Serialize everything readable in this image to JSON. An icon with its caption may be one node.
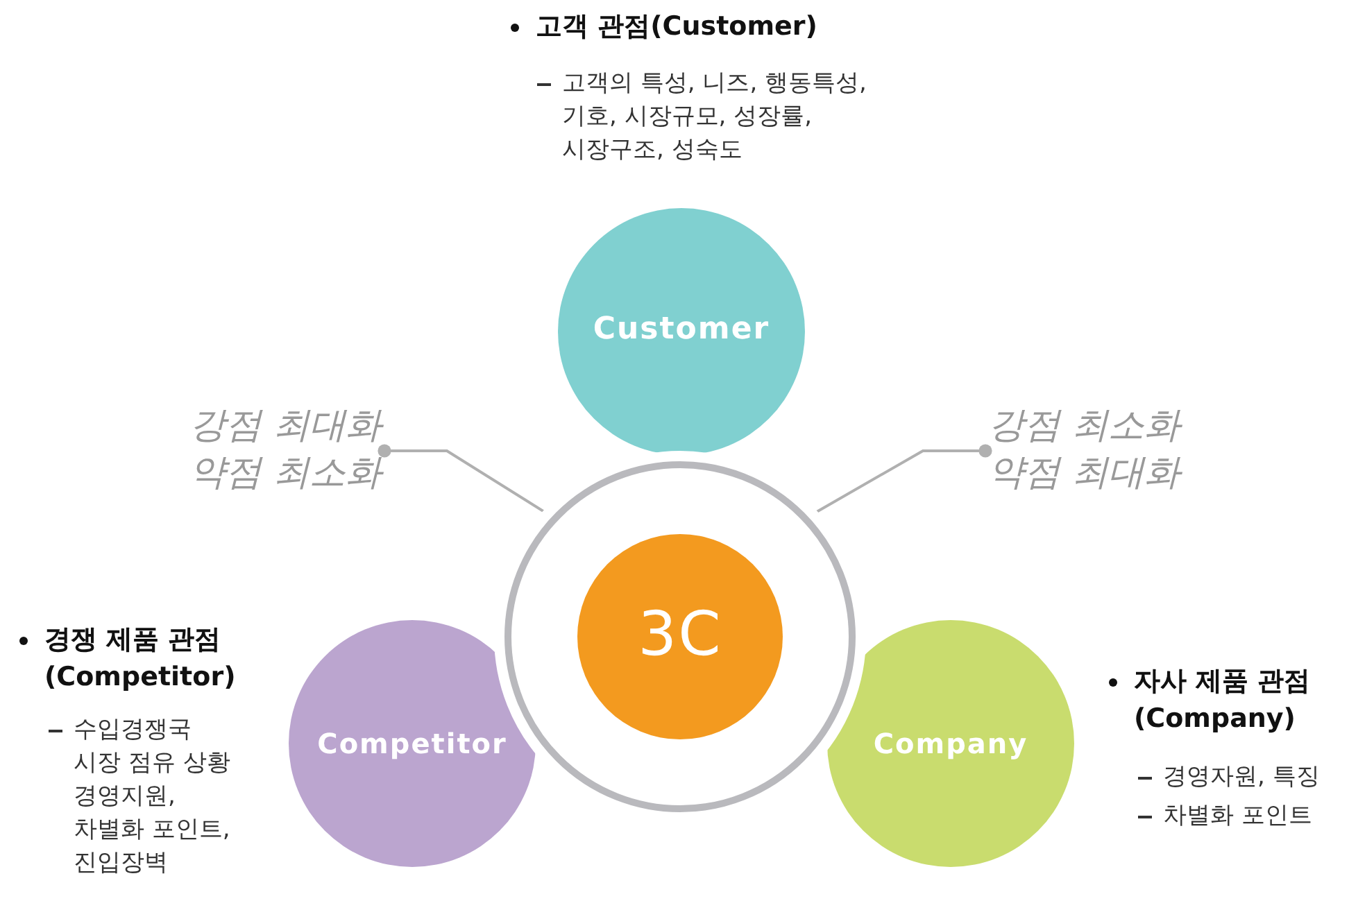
{
  "diagram": {
    "nodes": [
      {
        "text": [],
        "shape": "circle"
      },
      {
        "text": [
          "3C"
        ],
        "in": 0
      },
      {
        "text": [
          "Customer"
        ],
        "beside": [
          "고객 관점(Customer)",
          "고객의 특성, 니즈, 행동특성, 기호, 시장규모, 성장률, 시장구조, 성숙도"
        ]
      },
      {
        "text": [
          "Competitor"
        ],
        "beside": [
          "경쟁 제품 관점 (Competitor)",
          "수입경쟁국 시장 점유 상황 경영지원, 차별화 포인트, 진입장벽"
        ]
      },
      {
        "text": [
          "Company"
        ],
        "beside": [
          "자사 제품 관점 (Company)",
          "경영자원, 특징",
          "차별화 포인트"
        ]
      },
      {
        "text": [
          "강점 최대화 약점 최소화"
        ]
      },
      {
        "text": [
          "강점 최소화 약점 최대화"
        ]
      }
    ],
    "edges": [
      {
        "from": 5,
        "to": 0,
        "arrow": "other"
      },
      {
        "from": 6,
        "to": 0,
        "arrow": "other"
      }
    ]
  }
}
